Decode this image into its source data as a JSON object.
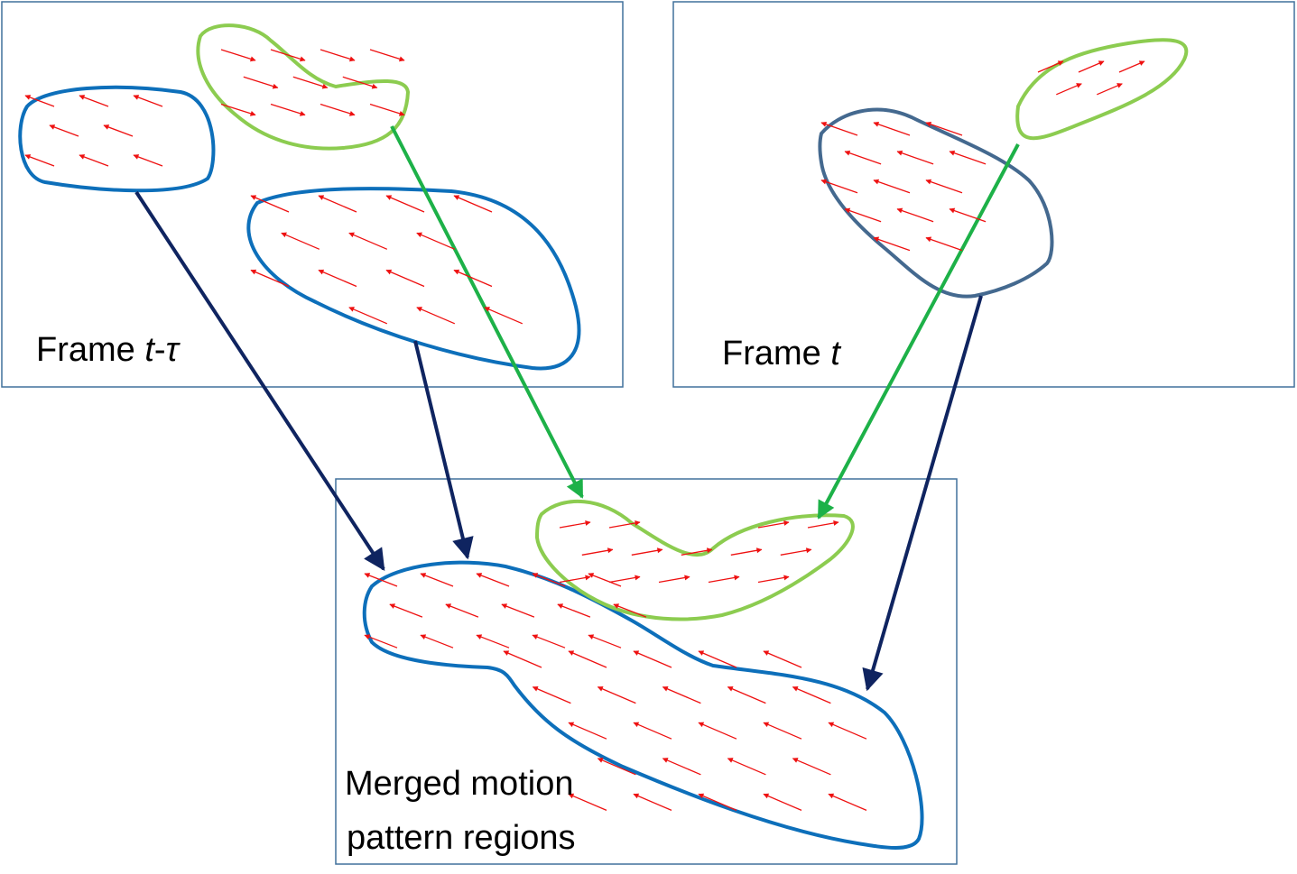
{
  "labels": {
    "frame_prev": {
      "prefix": "Frame ",
      "t": "t",
      "dash": "-",
      "tau": "τ"
    },
    "frame_cur": {
      "prefix": "Frame ",
      "t": "t"
    },
    "merged_line1": "Merged motion",
    "merged_line2": "pattern regions"
  },
  "colors": {
    "frame_border": "#41719c",
    "region_blue": "#0d6fba",
    "region_green": "#8ccc50",
    "link_dark": "#0f2460",
    "link_green": "#1db148",
    "motion_vector": "#ee1111"
  }
}
